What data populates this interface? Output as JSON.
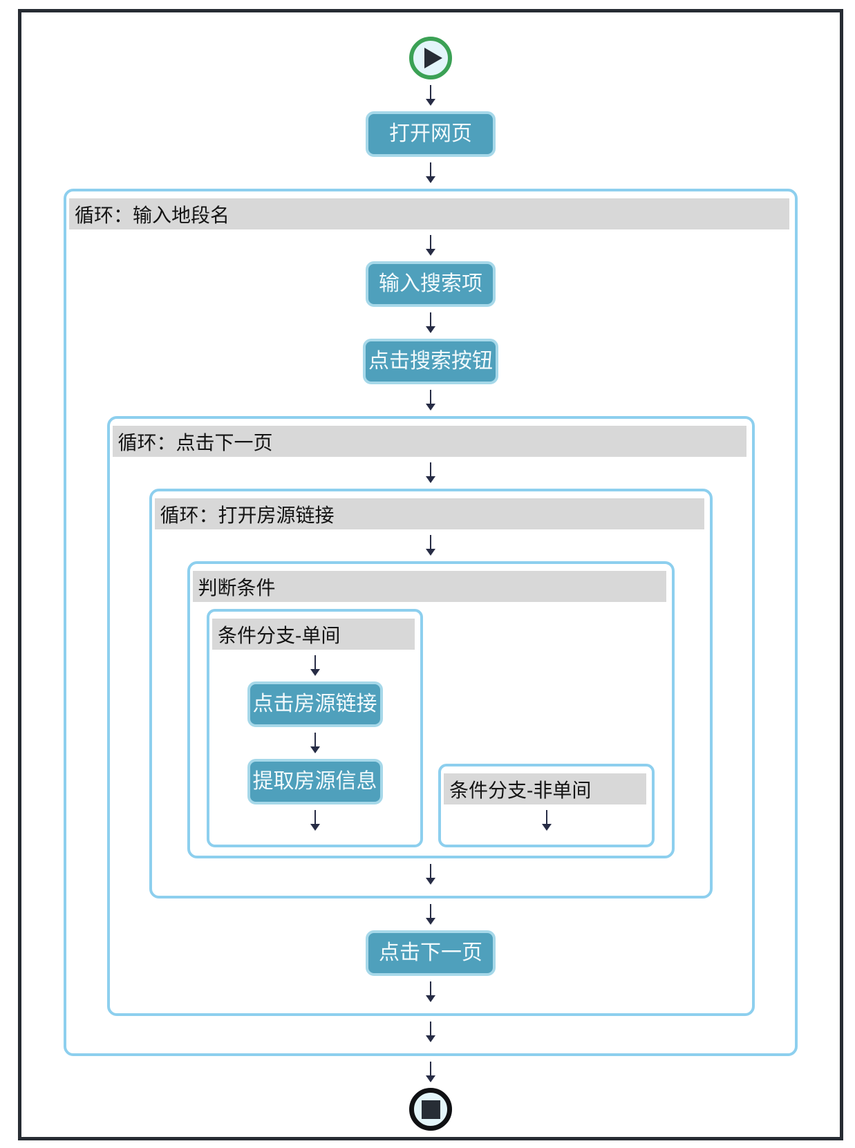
{
  "colors": {
    "container_border": "#8DCFEE",
    "button_bg": "#4FA0BC",
    "button_border": "#A6D8E9",
    "button_text": "#F2FAFC",
    "header_bg": "#D8D8D8",
    "header_text": "#141414",
    "arrow": "#272C45",
    "start_ring": "#3BA155",
    "end_ring": "#101114",
    "terminal_fill": "#E3F5FA",
    "glyph_fill": "#272D35",
    "frame_border": "#272C33"
  },
  "icons": {
    "start": "play-icon",
    "end": "stop-icon",
    "connector": "down-arrow-icon"
  },
  "flow": {
    "open_webpage": {
      "label": "打开网页"
    },
    "loop_district": {
      "title": "循环：输入地段名"
    },
    "enter_search_term": {
      "label": "输入搜索项"
    },
    "click_search_button": {
      "label": "点击搜索按钮"
    },
    "loop_next_page": {
      "title": "循环：点击下一页"
    },
    "loop_open_listing": {
      "title": "循环：打开房源链接"
    },
    "condition": {
      "title": "判断条件"
    },
    "branch_single_room": {
      "title": "条件分支-单间"
    },
    "click_listing_link": {
      "label": "点击房源链接"
    },
    "extract_listing_info": {
      "label": "提取房源信息"
    },
    "branch_not_single_room": {
      "title": "条件分支-非单间"
    },
    "click_next_page": {
      "label": "点击下一页"
    }
  }
}
